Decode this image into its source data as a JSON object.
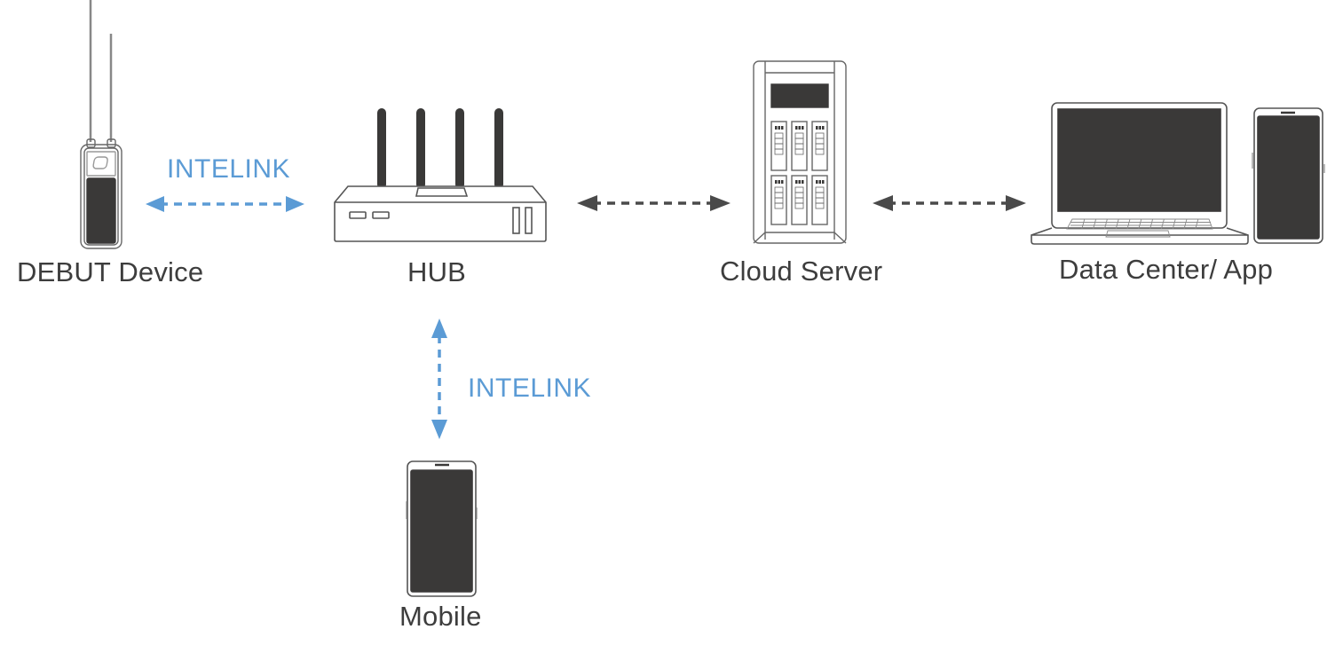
{
  "diagram": {
    "nodes": {
      "debut_device": {
        "label": "DEBUT Device",
        "icon": "radio-transmitter-icon"
      },
      "hub": {
        "label": "HUB",
        "icon": "router-icon"
      },
      "cloud_server": {
        "label": "Cloud Server",
        "icon": "server-tower-icon"
      },
      "data_center_app": {
        "label": "Data Center/ App",
        "icons": [
          "laptop-icon",
          "smartphone-icon"
        ]
      },
      "mobile": {
        "label": "Mobile",
        "icon": "smartphone-icon"
      }
    },
    "links": [
      {
        "from": "debut_device",
        "to": "hub",
        "label": "INTELINK",
        "style": "dashed-bidirectional",
        "color": "#5b9bd5"
      },
      {
        "from": "hub",
        "to": "cloud_server",
        "label": "",
        "style": "dashed-bidirectional",
        "color": "#4a4a4a"
      },
      {
        "from": "cloud_server",
        "to": "data_center_app",
        "label": "",
        "style": "dashed-bidirectional",
        "color": "#4a4a4a"
      },
      {
        "from": "hub",
        "to": "mobile",
        "label": "INTELINK",
        "style": "dashed-bidirectional",
        "color": "#5b9bd5"
      }
    ],
    "colors": {
      "link_blue": "#5b9bd5",
      "link_dark": "#4a4a4a",
      "screen_fill": "#333130",
      "outline": "#555555",
      "text": "#3d3d3d"
    }
  }
}
